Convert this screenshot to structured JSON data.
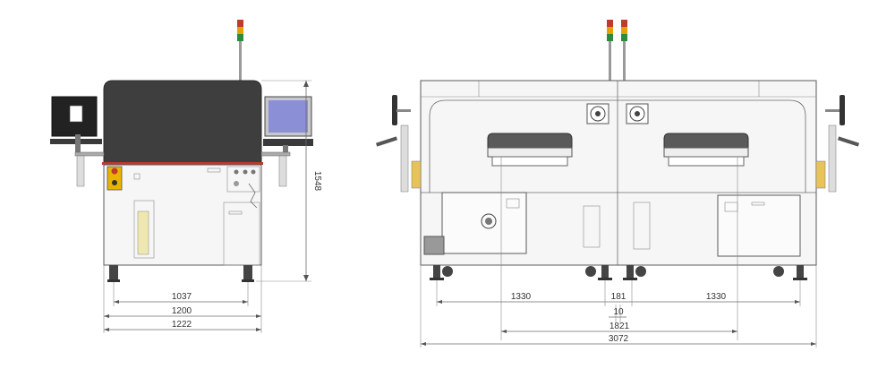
{
  "front_view": {
    "dimensions": {
      "width_inner": "1037",
      "width_mid": "1200",
      "width_outer": "1222",
      "height": "1548"
    }
  },
  "side_view": {
    "dimensions": {
      "left_section": "1330",
      "middle_small": "181",
      "right_section": "1330",
      "gap": "10",
      "span": "1821",
      "overall": "3072"
    }
  },
  "colors": {
    "hood": "#666666",
    "screen": "#8a8fd6",
    "beacon_red": "#c0392b",
    "beacon_amber": "#e6a100",
    "beacon_green": "#2e8b3a",
    "red_stripe": "#c0392b"
  }
}
